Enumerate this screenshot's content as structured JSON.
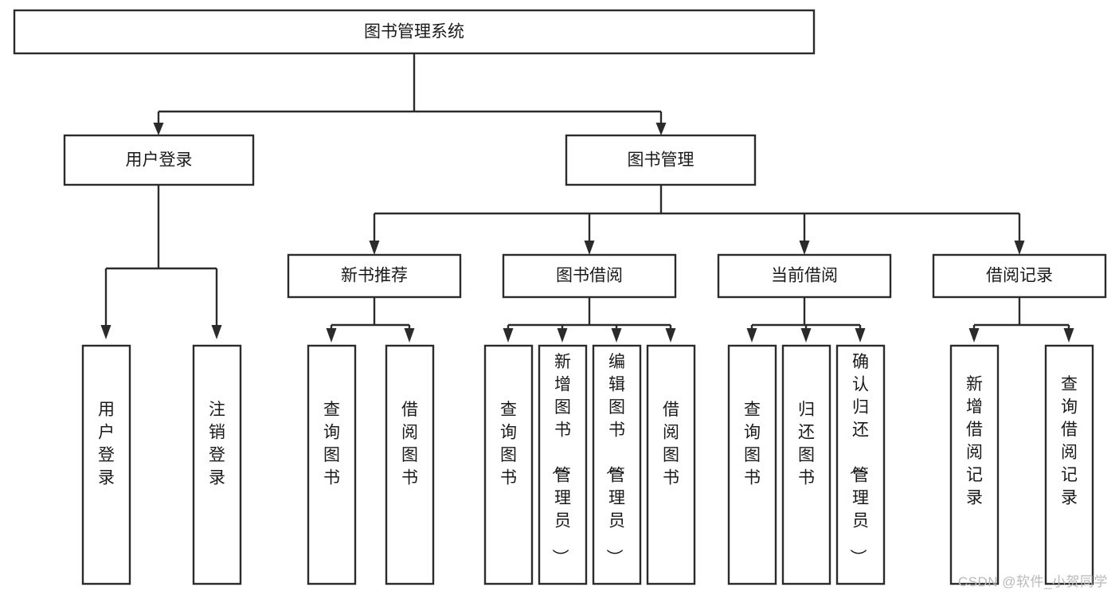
{
  "diagram": {
    "type": "tree-hierarchy",
    "title": "图书管理系统",
    "orientation": "top-down",
    "watermark": "CSDN @软件_小贺同学",
    "colors": {
      "node_fill": "#ffffff",
      "node_stroke": "#2b2b2b",
      "text": "#1a1a1a",
      "watermark": "#b9b9b9",
      "background": "#ffffff"
    },
    "levels": [
      {
        "level": 1,
        "nodes": [
          {
            "id": "root",
            "label": "图书管理系统",
            "orient": "horizontal"
          }
        ]
      },
      {
        "level": 2,
        "nodes": [
          {
            "id": "user-login",
            "label": "用户登录",
            "orient": "horizontal",
            "parent": "root"
          },
          {
            "id": "book-manage",
            "label": "图书管理",
            "orient": "horizontal",
            "parent": "root"
          }
        ]
      },
      {
        "level": 3,
        "nodes": [
          {
            "id": "new-book-rec",
            "label": "新书推荐",
            "orient": "horizontal",
            "parent": "book-manage"
          },
          {
            "id": "book-borrow",
            "label": "图书借阅",
            "orient": "horizontal",
            "parent": "book-manage"
          },
          {
            "id": "current-borrow",
            "label": "当前借阅",
            "orient": "horizontal",
            "parent": "book-manage"
          },
          {
            "id": "borrow-record",
            "label": "借阅记录",
            "orient": "horizontal",
            "parent": "book-manage"
          }
        ]
      },
      {
        "level": 4,
        "nodes": [
          {
            "id": "leaf-user-login",
            "label": "用户登录",
            "orient": "vertical",
            "parent": "user-login"
          },
          {
            "id": "leaf-user-logout",
            "label": "注销登录",
            "orient": "vertical",
            "parent": "user-login"
          },
          {
            "id": "leaf-rec-query",
            "label": "查询图书",
            "orient": "vertical",
            "parent": "new-book-rec"
          },
          {
            "id": "leaf-rec-borrow",
            "label": "借阅图书",
            "orient": "vertical",
            "parent": "new-book-rec"
          },
          {
            "id": "leaf-borrow-query",
            "label": "查询图书",
            "orient": "vertical",
            "parent": "book-borrow"
          },
          {
            "id": "leaf-borrow-add",
            "label": "新增图书（管理员）",
            "orient": "vertical",
            "parent": "book-borrow"
          },
          {
            "id": "leaf-borrow-edit",
            "label": "编辑图书（管理员）",
            "orient": "vertical",
            "parent": "book-borrow"
          },
          {
            "id": "leaf-borrow-lend",
            "label": "借阅图书",
            "orient": "vertical",
            "parent": "book-borrow"
          },
          {
            "id": "leaf-current-query",
            "label": "查询图书",
            "orient": "vertical",
            "parent": "current-borrow"
          },
          {
            "id": "leaf-current-return",
            "label": "归还图书",
            "orient": "vertical",
            "parent": "current-borrow"
          },
          {
            "id": "leaf-current-confirm",
            "label": "确认归还（管理员）",
            "orient": "vertical",
            "parent": "current-borrow"
          },
          {
            "id": "leaf-record-add",
            "label": "新增借阅记录",
            "orient": "vertical",
            "parent": "borrow-record"
          },
          {
            "id": "leaf-record-query",
            "label": "查询借阅记录",
            "orient": "vertical",
            "parent": "borrow-record"
          }
        ]
      }
    ]
  }
}
